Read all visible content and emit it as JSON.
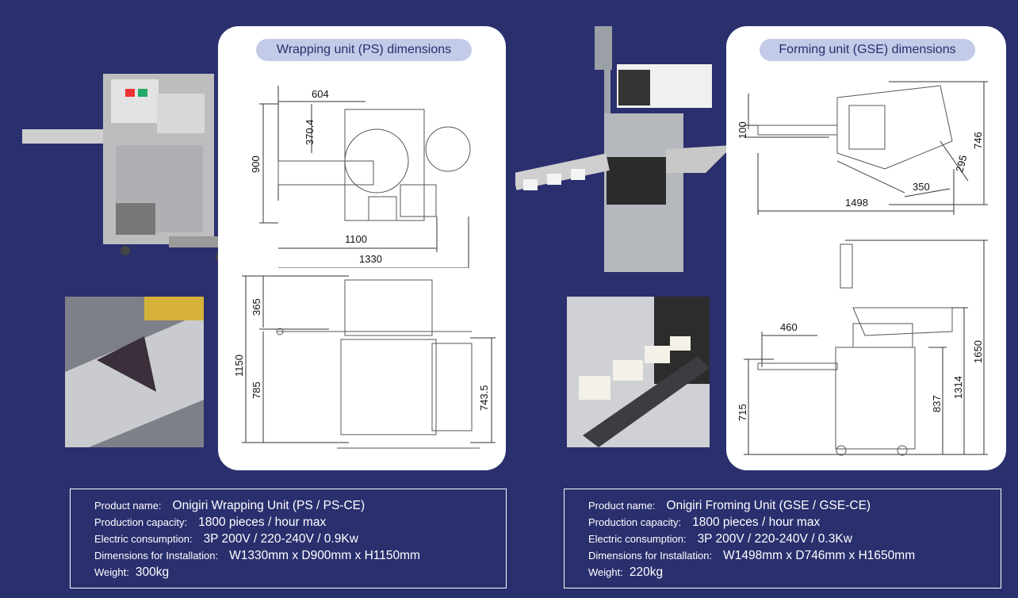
{
  "left": {
    "panel_title": "Wrapping unit (PS) dimensions",
    "dims_top": {
      "d604": "604",
      "d370": "370.4",
      "d900": "900",
      "d1100": "1100",
      "d1330": "1330"
    },
    "dims_bottom": {
      "d365": "365",
      "d1150": "1150",
      "d785": "785",
      "d743": "743.5"
    },
    "spec": [
      {
        "label": "Product name:",
        "value": "Onigiri Wrapping Unit (PS / PS-CE)"
      },
      {
        "label": "Production capacity:",
        "value": "1800 pieces / hour max"
      },
      {
        "label": "Electric consumption:",
        "value": "3P 200V / 220-240V / 0.9Kw"
      },
      {
        "label": "Dimensions for Installation:",
        "value": "W1330mm x D900mm x H1150mm"
      },
      {
        "label": "Weight:",
        "value": "300kg"
      }
    ]
  },
  "right": {
    "panel_title": "Forming unit (GSE) dimensions",
    "dims_top": {
      "d100": "100",
      "d746": "746",
      "d295": "295",
      "d350": "350",
      "d1498": "1498"
    },
    "dims_bottom": {
      "d460": "460",
      "d715": "715",
      "d837": "837",
      "d1314": "1314",
      "d1650": "1650"
    },
    "spec": [
      {
        "label": "Product name:",
        "value": "Onigiri Froming Unit (GSE / GSE-CE)"
      },
      {
        "label": "Production capacity:",
        "value": "1800 pieces / hour max"
      },
      {
        "label": "Electric consumption:",
        "value": "3P 200V / 220-240V / 0.3Kw"
      },
      {
        "label": "Dimensions for Installation:",
        "value": "W1498mm x D746mm x H1650mm"
      },
      {
        "label": "Weight:",
        "value": "220kg"
      }
    ]
  },
  "colors": {
    "background": "#2a2f6e",
    "pill": "#c3cbe8",
    "panel": "#ffffff"
  }
}
